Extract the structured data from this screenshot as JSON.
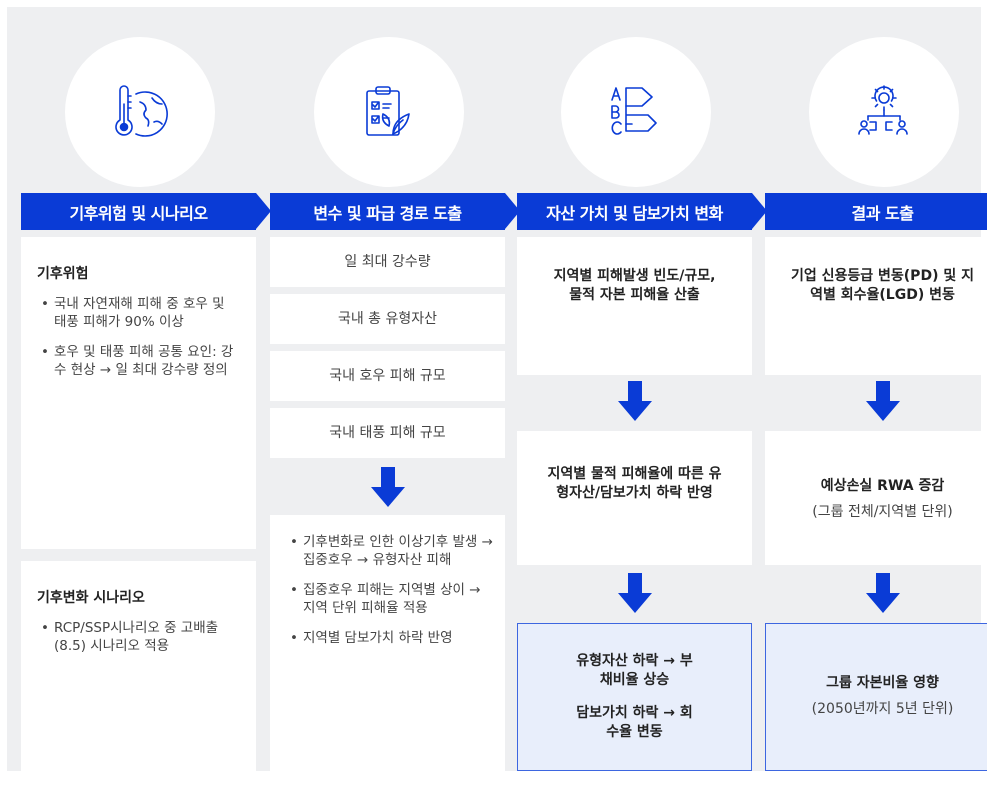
{
  "icons": [
    "thermometer-globe-icon",
    "clipboard-leaf-icon",
    "abc-rating-icon",
    "gear-org-chart-icon"
  ],
  "colors": {
    "accent": "#0a3bd6",
    "background": "#eeeff1",
    "box": "#ffffff",
    "highlight_box": "#e8eefb"
  },
  "columns": [
    {
      "header": "기후위험 및 시나리오",
      "box1": {
        "title": "기후위험",
        "bullets": [
          "국내 자연재해 피해 중 호우 및 태풍 피해가 90% 이상",
          "호우 및 태풍 피해 공통 요인: 강수 현상 → 일 최대 강수량 정의"
        ]
      },
      "box2": {
        "title": "기후변화 시나리오",
        "bullets": [
          "RCP/SSP시나리오 중 고배출(8.5) 시나리오 적용"
        ]
      }
    },
    {
      "header": "변수 및 파급 경로 도출",
      "items": [
        "일 최대 강수량",
        "국내 총 유형자산",
        "국내 호우 피해 규모",
        "국내 태풍 피해 규모"
      ],
      "bullets": [
        "기후변화로 인한 이상기후 발생 → 집중호우 → 유형자산 피해",
        "집중호우 피해는 지역별 상이 → 지역 단위 피해율 적용",
        "지역별 담보가치 하락 반영"
      ]
    },
    {
      "header": "자산 가치 및 담보가치 변화",
      "step1": "지역별 피해발생 빈도/규모, 물적 자본 피해율 산출",
      "step2": "지역별 물적 피해율에 따른 유형자산/담보가치 하락 반영",
      "step3a": "유형자산 하락 → 부채비율 상승",
      "step3b": "담보가치 하락 → 회수율 변동"
    },
    {
      "header": "결과 도출",
      "step1": "기업 신용등급 변동(PD) 및 지역별 회수율(LGD) 변동",
      "step2_title": "예상손실 RWA 증감",
      "step2_sub": "(그룹 전체/지역별 단위)",
      "step3_title": "그룹 자본비율 영향",
      "step3_sub": "(2050년까지 5년 단위)"
    }
  ]
}
